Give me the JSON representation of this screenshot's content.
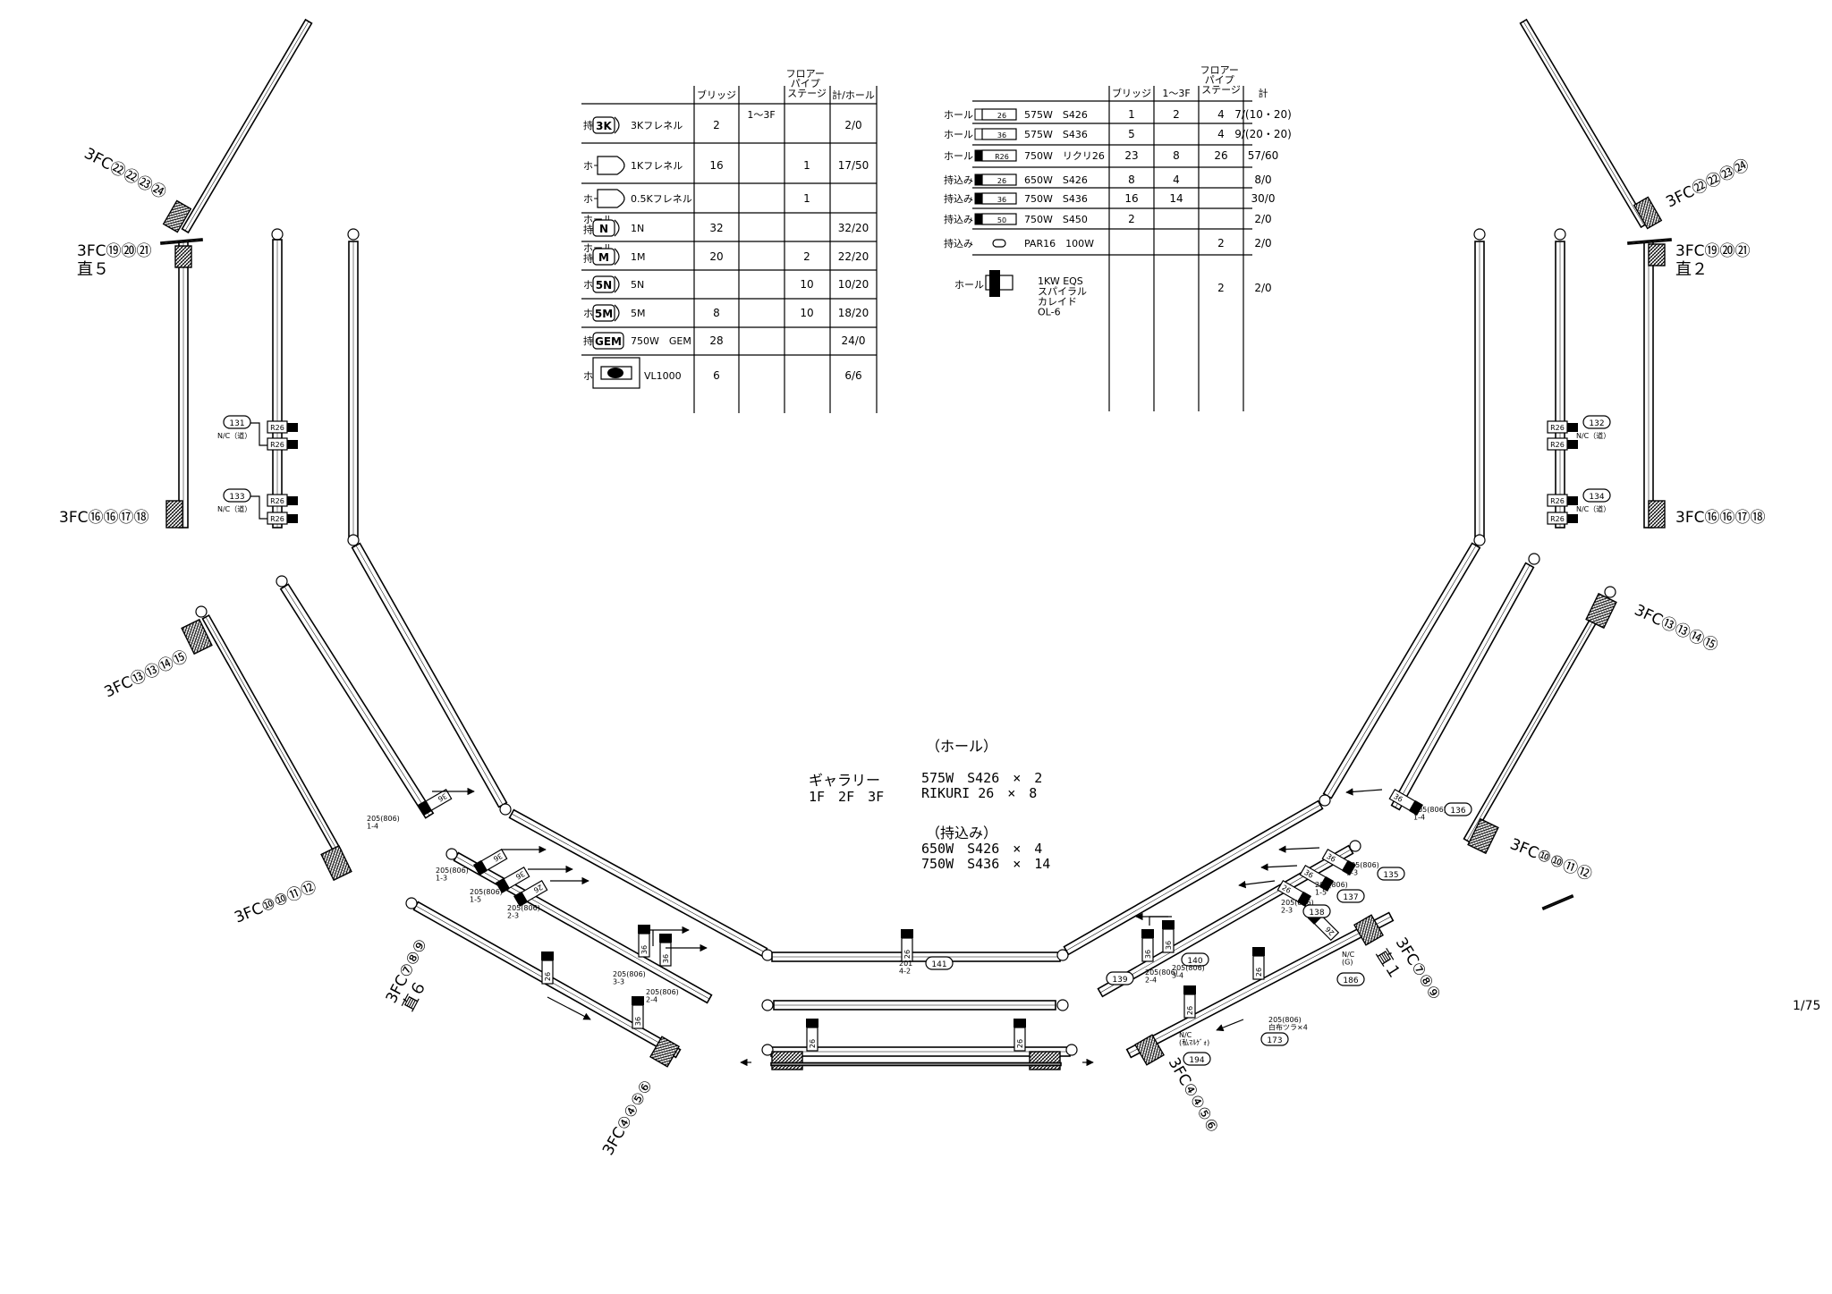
{
  "left_table": {
    "headers": [
      "ブリッジ",
      "1〜3F",
      "フロアー\nパイプ\nステージ",
      "計/ホール"
    ],
    "rows": [
      {
        "owner": "持込み",
        "icon": "3K",
        "name": "3Kフレネル",
        "bridge": "2",
        "f13": "",
        "floor": "",
        "total": "2/0"
      },
      {
        "owner": "ホール",
        "icon": "",
        "name": "1Kフレネル",
        "bridge": "16",
        "f13": "",
        "floor": "1",
        "total": "17/50"
      },
      {
        "owner": "ホール",
        "icon": "",
        "name": "0.5Kフレネル",
        "bridge": "",
        "f13": "",
        "floor": "1",
        "total": ""
      },
      {
        "owner": "ホール\n持込み",
        "icon": "N",
        "name": "1N",
        "bridge": "32",
        "f13": "",
        "floor": "",
        "total": "32/20"
      },
      {
        "owner": "ホール\n持込み",
        "icon": "M",
        "name": "1M",
        "bridge": "20",
        "f13": "",
        "floor": "2",
        "total": "22/20"
      },
      {
        "owner": "ホール",
        "icon": "5N",
        "name": "5N",
        "bridge": "",
        "f13": "",
        "floor": "10",
        "total": "10/20"
      },
      {
        "owner": "ホール",
        "icon": "5M",
        "name": "5M",
        "bridge": "8",
        "f13": "",
        "floor": "10",
        "total": "18/20"
      },
      {
        "owner": "持込み",
        "icon": "GEM",
        "name": "750W　GEM",
        "bridge": "28",
        "f13": "",
        "floor": "",
        "total": "24/0"
      },
      {
        "owner": "ホール",
        "icon": "",
        "name": "VL1000",
        "bridge": "6",
        "f13": "",
        "floor": "",
        "total": "6/6"
      }
    ]
  },
  "right_table": {
    "headers": [
      "ブリッジ",
      "1〜3F",
      "フロアー\nパイプ\nステージ",
      "計"
    ],
    "rows": [
      {
        "owner": "ホール",
        "icon": "26",
        "name": "575W　S426",
        "bridge": "1",
        "f13": "2",
        "floor": "4",
        "total": "7/(10・20)"
      },
      {
        "owner": "ホール",
        "icon": "36",
        "name": "575W　S436",
        "bridge": "5",
        "f13": "",
        "floor": "4",
        "total": "9/(20・20)"
      },
      {
        "owner": "ホール",
        "icon": "R26",
        "name": "750W　リクリ26",
        "bridge": "23",
        "f13": "8",
        "floor": "26",
        "total": "57/60"
      },
      {
        "owner": "持込み",
        "icon": "26",
        "name": "650W　S426",
        "bridge": "8",
        "f13": "4",
        "floor": "",
        "total": "8/0"
      },
      {
        "owner": "持込み",
        "icon": "36",
        "name": "750W　S436",
        "bridge": "16",
        "f13": "14",
        "floor": "",
        "total": "30/0"
      },
      {
        "owner": "持込み",
        "icon": "50",
        "name": "750W　S450",
        "bridge": "2",
        "f13": "",
        "floor": "",
        "total": "2/0"
      },
      {
        "owner": "持込み",
        "icon": "",
        "name": "PAR16　100W",
        "bridge": "",
        "f13": "",
        "floor": "2",
        "total": "2/0"
      },
      {
        "owner": "ホール",
        "icon": "",
        "name": "1KW EQS\nスパイラル\nカレイド\nOL-6",
        "bridge": "",
        "f13": "",
        "floor": "2",
        "total": "2/0"
      }
    ]
  },
  "center": {
    "hall_title": "（ホール）",
    "gallery": "ギャラリー",
    "floors": "1F　2F　3F",
    "hall_line1": "575W　S426　×　2",
    "hall_line2": "RIKURI 26　×　8",
    "carry_title": "（持込み）",
    "carry_line1": "650W　S426　×　4",
    "carry_line2": "750W　S436　×　14"
  },
  "fc_labels": {
    "l_top": "3FC㉒㉒㉓㉔",
    "l_19": "3FC⑲⑳㉑",
    "l_direct5": "直５",
    "l_16": "3FC⑯⑯⑰⑱",
    "l_13": "3FC⑬⑬⑭⑮",
    "l_10": "3FC⑩⑩⑪⑫",
    "l_7": "3FC⑦⑧⑨",
    "l_direct6": "直６",
    "l_4": "3FC④④⑤⑥",
    "r_top": "3FC㉒㉒㉓㉔",
    "r_19": "3FC⑲⑳㉑",
    "r_direct2": "直２",
    "r_16": "3FC⑯⑯⑰⑱",
    "r_13": "3FC⑬⑬⑭⑮",
    "r_10": "3FC⑩⑩⑪⑫",
    "r_7": "3FC⑦⑧⑨",
    "r_direct1": "直１",
    "r_4": "3FC④④⑤⑥"
  },
  "circuits": {
    "c131": "131",
    "c133": "133",
    "c132": "132",
    "c134": "134",
    "nc": "N/C（道）",
    "c136": "136",
    "c135": "135",
    "c137": "137",
    "c138": "138",
    "c139": "139",
    "c140": "140",
    "c141": "141",
    "c186": "186",
    "c173": "173",
    "c194": "194",
    "ch205_14l": "205(806)\n1-4",
    "ch205_13l": "205(806)\n1-3",
    "ch205_15l": "205(806)\n1-5",
    "ch205_23l": "205(806)\n2-3",
    "ch205_33l": "205(806)\n3-3",
    "ch205_24l": "205(806)\n2-4",
    "ch205_14r": "205(806)\n1-4",
    "ch205_13r": "205(806)\n1-3",
    "ch205_15r": "205(806)\n1-5",
    "ch205_23r": "205(806)\n2-3",
    "ch205_24r": "205(806)\n2-4",
    "ch205_34r": "205(806)\n3-4",
    "ch201": "201\n4-2",
    "ncg": "N/C\n(G)",
    "shiro": "205(806)\n白布ツラ×4",
    "nc_sho": "N/C\n(私ﾏﾙｹﾞｫ)",
    "fix_r26": "R26",
    "fix_26": "26",
    "fix_36": "36"
  },
  "page_number": "1/75"
}
